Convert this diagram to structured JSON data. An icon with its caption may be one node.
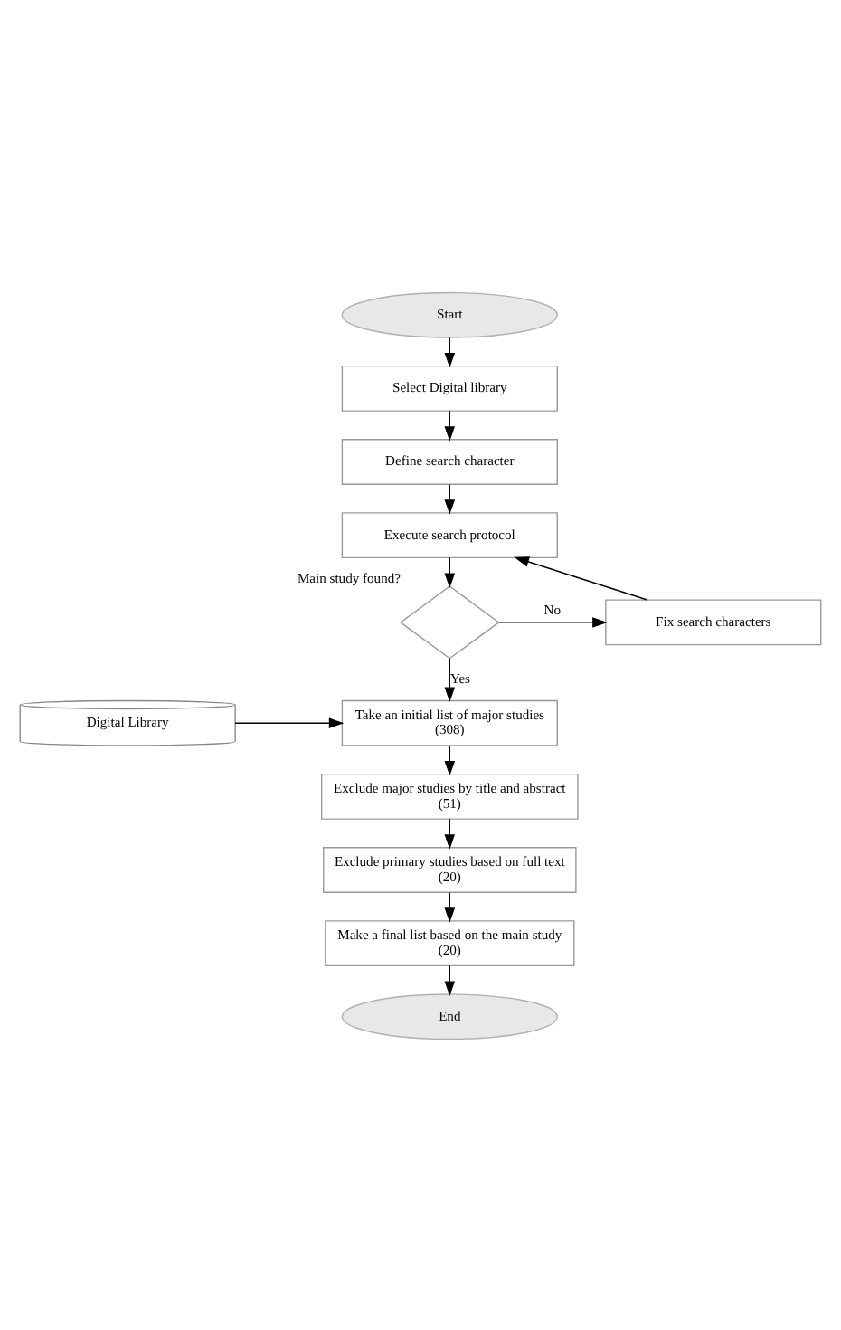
{
  "diagram": {
    "nodes": [
      {
        "text": [
          "Start"
        ]
      },
      {
        "text": [
          "Select Digital library"
        ]
      },
      {
        "text": [
          "Define search character"
        ]
      },
      {
        "text": [
          "Execute search protocol"
        ]
      },
      {
        "text": [],
        "shape": "diamond",
        "beside": [
          "Main study found?"
        ]
      },
      {
        "text": [
          "Fix search characters"
        ]
      },
      {
        "text": [
          "Take an initial list of major studies",
          "(308)"
        ]
      },
      {
        "text": [
          "Digital Library"
        ]
      },
      {
        "text": [
          "Exclude major studies by title and abstract",
          "(51)"
        ]
      },
      {
        "text": [
          "Exclude primary studies based on full text",
          "(20)"
        ]
      },
      {
        "text": [
          "Make a final list based on the main study",
          "(20)"
        ]
      },
      {
        "text": [
          "End"
        ]
      }
    ],
    "edges": [
      {
        "from": 0,
        "to": 1,
        "arrow": "to"
      },
      {
        "from": 1,
        "to": 2,
        "arrow": "to"
      },
      {
        "from": 2,
        "to": 3,
        "arrow": "to"
      },
      {
        "from": 3,
        "to": 4,
        "arrow": "to"
      },
      {
        "from": 4,
        "to": 5,
        "arrow": "to",
        "label": "No"
      },
      {
        "from": 5,
        "to": 3,
        "arrow": "to"
      },
      {
        "from": 4,
        "to": 6,
        "arrow": "to",
        "label": "Yes"
      },
      {
        "from": 7,
        "to": 6,
        "arrow": "to"
      },
      {
        "from": 6,
        "to": 8,
        "arrow": "to"
      },
      {
        "from": 8,
        "to": 9,
        "arrow": "to"
      },
      {
        "from": 9,
        "to": 10,
        "arrow": "to"
      },
      {
        "from": 10,
        "to": 11,
        "arrow": "to"
      }
    ]
  }
}
